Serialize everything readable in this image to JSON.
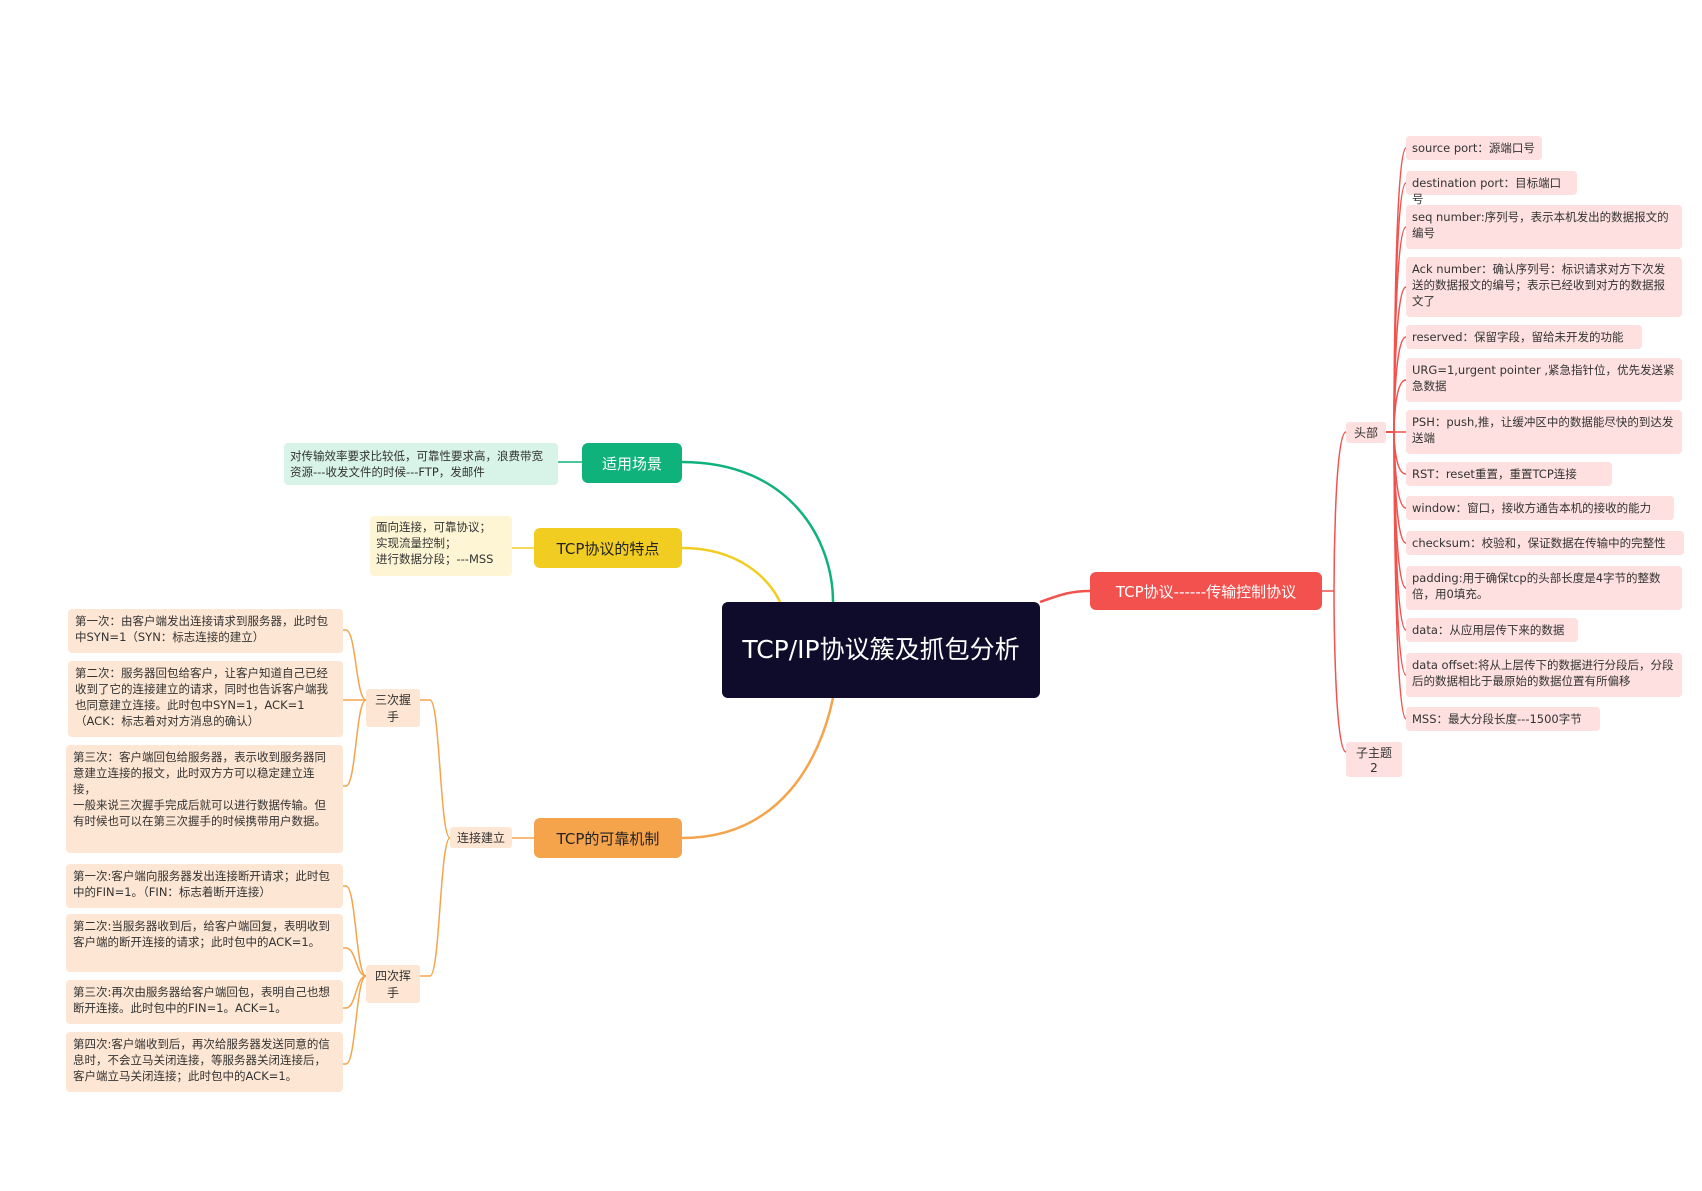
{
  "root": "TCP/IP协议簇及抓包分析",
  "branches": {
    "scene": {
      "label": "适用场景",
      "detail": "对传输效率要求比较低，可靠性要求高，浪费带宽资源---收发文件的时候---FTP，发邮件"
    },
    "features": {
      "label": "TCP协议的特点",
      "detail": "面向连接，可靠协议；\n实现流量控制；\n进行数据分段；---MSS"
    },
    "reliability": {
      "label": "TCP的可靠机制",
      "connect": "连接建立",
      "three": {
        "label": "三次握手",
        "items": [
          "第一次：由客户端发出连接请求到服务器，此时包中SYN=1（SYN：标志连接的建立）",
          "第二次：服务器回包给客户，让客户知道自己已经收到了它的连接建立的请求，同时也告诉客户端我也同意建立连接。此时包中SYN=1，ACK=1（ACK：标志着对对方消息的确认）",
          "第三次：客户端回包给服务器，表示收到服务器同意建立连接的报文，此时双方方可以稳定建立连接，\n一般来说三次握手完成后就可以进行数据传输。但有时候也可以在第三次握手的时候携带用户数据。"
        ]
      },
      "four": {
        "label": "四次挥手",
        "items": [
          "第一次:客户端向服务器发出连接断开请求；此时包中的FIN=1。（FIN：标志着断开连接）",
          "第二次:当服务器收到后，给客户端回复，表明收到客户端的断开连接的请求；此时包中的ACK=1。",
          "第三次:再次由服务器给客户端回包，表明自己也想断开连接。此时包中的FIN=1。ACK=1。",
          "第四次:客户端收到后，再次给服务器发送同意的信息时，不会立马关闭连接，等服务器关闭连接后，客户端立马关闭连接；此时包中的ACK=1。"
        ]
      }
    },
    "tcp": {
      "label": "TCP协议------传输控制协议",
      "header": {
        "label": "头部",
        "items": [
          "source port：源端口号",
          "destination port：目标端口号",
          "seq number:序列号，表示本机发出的数据报文的编号",
          "Ack number：确认序列号：标识请求对方下次发送的数据报文的编号；表示已经收到对方的数据报文了",
          "reserved：保留字段，留给未开发的功能",
          "URG=1,urgent pointer ,紧急指针位，优先发送紧急数据",
          "PSH：push,推，让缓冲区中的数据能尽快的到达发送端",
          "RST：reset重置，重置TCP连接",
          "window：窗口，接收方通告本机的接收的能力",
          "checksum：校验和，保证数据在传输中的完整性",
          "padding:用于确保tcp的头部长度是4字节的整数倍，用0填充。",
          "data：从应用层传下来的数据",
          "data offset:将从上层传下的数据进行分段后，分段后的数据相比于最原始的数据位置有所偏移",
          "MSS：最大分段长度---1500字节"
        ]
      },
      "sub2": "子主题 2"
    }
  },
  "colors": {
    "root": "#0f0b2b",
    "green": "#0fb27b",
    "yellow": "#f2cd21",
    "orange": "#f5a44c",
    "red": "#f3514d"
  }
}
